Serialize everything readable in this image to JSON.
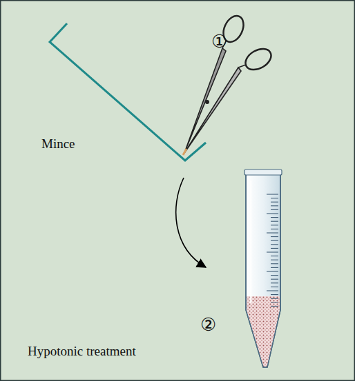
{
  "diagram": {
    "labels": [
      "①",
      "Mince",
      "②",
      "Hypotonic treatment"
    ]
  }
}
